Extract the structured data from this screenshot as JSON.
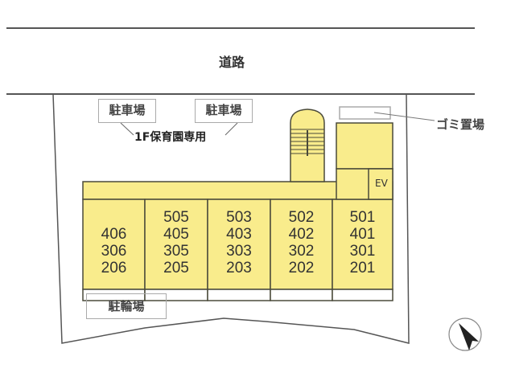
{
  "road": {
    "label": "道路"
  },
  "parking": [
    {
      "label": "駐車場"
    },
    {
      "label": "駐車場"
    }
  ],
  "parking_note": "1F保育園専用",
  "garbage": {
    "label": "ゴミ置場"
  },
  "bicycle_parking": {
    "label": "駐輪場"
  },
  "elevator": {
    "label": "EV"
  },
  "units": [
    {
      "rooms": [
        "406",
        "306",
        "206"
      ]
    },
    {
      "rooms": [
        "505",
        "405",
        "305",
        "205"
      ]
    },
    {
      "rooms": [
        "503",
        "403",
        "303",
        "203"
      ]
    },
    {
      "rooms": [
        "502",
        "402",
        "302",
        "202"
      ]
    },
    {
      "rooms": [
        "501",
        "401",
        "301",
        "201"
      ]
    }
  ],
  "colors": {
    "building_fill": "#f9ec8c",
    "line": "#4a4a3a",
    "boundary": "#555555"
  },
  "compass": {
    "icon": "north-arrow-icon"
  }
}
